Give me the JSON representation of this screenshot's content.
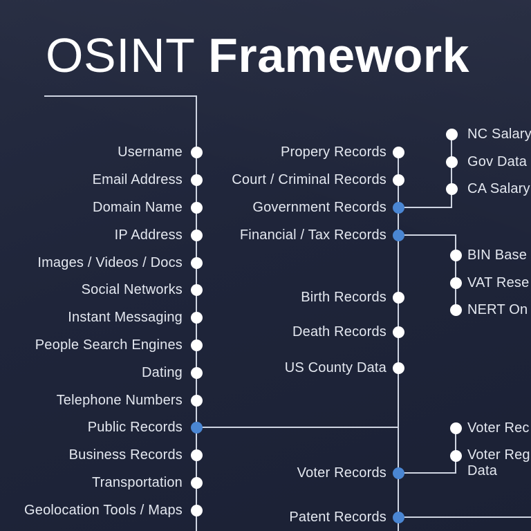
{
  "title": {
    "light": "OSINT",
    "bold": "Framework"
  },
  "colors": {
    "background": "#20263b",
    "line": "#cfd5e2",
    "node": "#ffffff",
    "node_active": "#4a86d3"
  },
  "tree": {
    "categories": [
      {
        "label": "Username",
        "expanded": false
      },
      {
        "label": "Email Address",
        "expanded": false
      },
      {
        "label": "Domain Name",
        "expanded": false
      },
      {
        "label": "IP Address",
        "expanded": false
      },
      {
        "label": "Images / Videos / Docs",
        "expanded": false
      },
      {
        "label": "Social Networks",
        "expanded": false
      },
      {
        "label": "Instant Messaging",
        "expanded": false
      },
      {
        "label": "People Search Engines",
        "expanded": false
      },
      {
        "label": "Dating",
        "expanded": false
      },
      {
        "label": "Telephone Numbers",
        "expanded": false
      },
      {
        "label": "Public Records",
        "expanded": true
      },
      {
        "label": "Business Records",
        "expanded": false
      },
      {
        "label": "Transportation",
        "expanded": false
      },
      {
        "label": "Geolocation Tools / Maps",
        "expanded": false
      }
    ],
    "public_records": [
      {
        "label": "Propery Records",
        "expanded": false
      },
      {
        "label": "Court / Criminal Records",
        "expanded": false
      },
      {
        "label": "Government Records",
        "expanded": true
      },
      {
        "label": "Financial / Tax Records",
        "expanded": true
      },
      {
        "label": "Birth Records",
        "expanded": false
      },
      {
        "label": "Death Records",
        "expanded": false
      },
      {
        "label": "US County Data",
        "expanded": false
      },
      {
        "label": "Voter Records",
        "expanded": true
      },
      {
        "label": "Patent Records",
        "expanded": true
      }
    ],
    "government_records": [
      {
        "label": "NC Salary"
      },
      {
        "label": "Gov Data"
      },
      {
        "label": "CA Salary"
      }
    ],
    "financial_tax_records": [
      {
        "label": "BIN Base"
      },
      {
        "label": "VAT Rese"
      },
      {
        "label": "NERT On"
      }
    ],
    "voter_records": [
      {
        "label": "Voter Rec"
      },
      {
        "label": "Voter Reg Data"
      }
    ]
  }
}
